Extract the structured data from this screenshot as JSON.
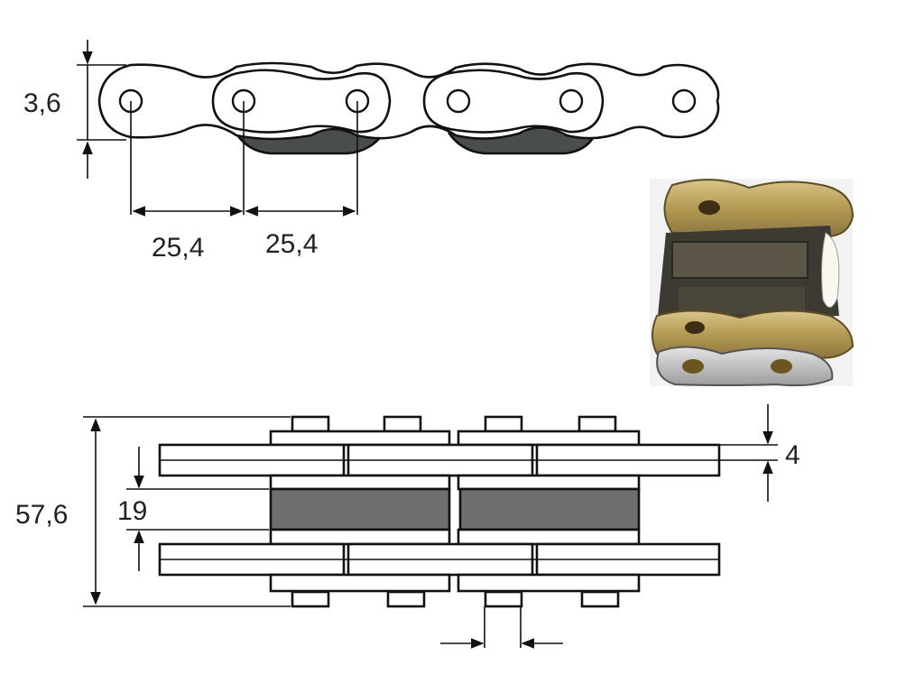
{
  "labels": {
    "top_height": "3,6",
    "pitch_left": "25,4",
    "pitch_right": "25,4",
    "total_width": "57,6",
    "inner_width": "19",
    "plate_thickness": "4"
  },
  "colors": {
    "plate_fill": "#ffffff",
    "roller_dark": "#4a4d4d",
    "bushing_grey": "#6e6e6e",
    "line": "#111111"
  },
  "icons": [
    "chain-photo-icon",
    "dimension-arrow-icon"
  ]
}
